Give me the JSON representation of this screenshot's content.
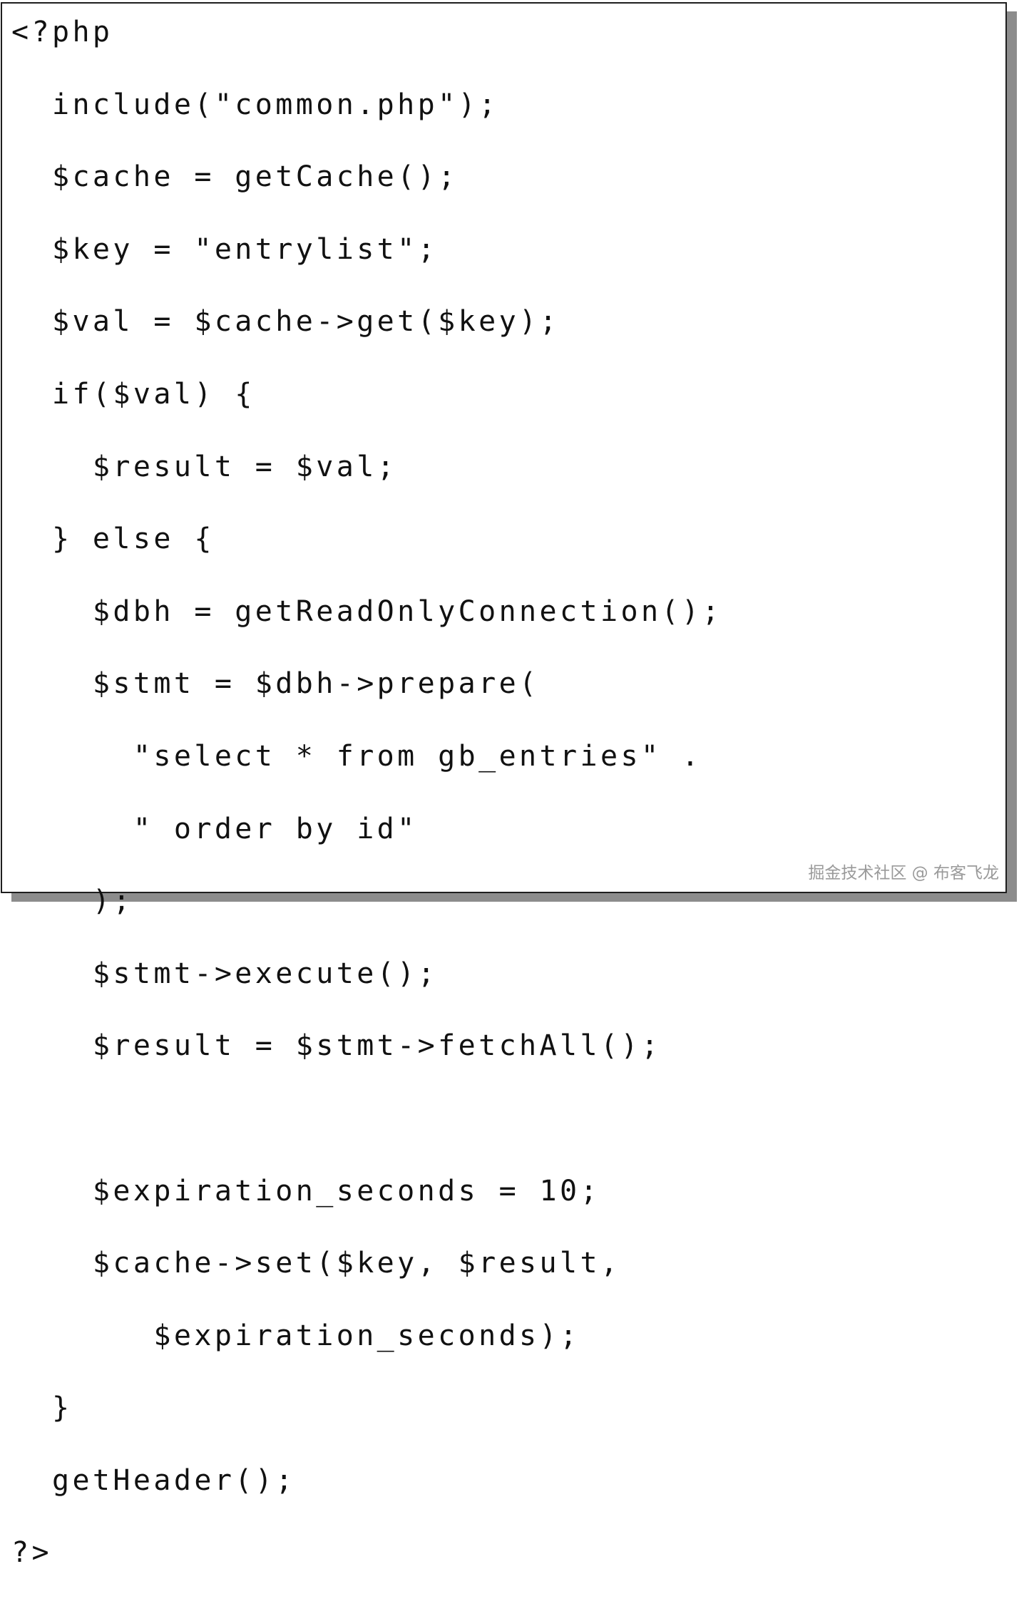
{
  "code": {
    "lines": [
      "<?php",
      "  include(\"common.php\");",
      "  $cache = getCache();",
      "  $key = \"entrylist\";",
      "  $val = $cache->get($key);",
      "  if($val) {",
      "    $result = $val;",
      "  } else {",
      "    $dbh = getReadOnlyConnection();",
      "    $stmt = $dbh->prepare(",
      "      \"select * from gb_entries\" .",
      "      \" order by id\"",
      "    );",
      "    $stmt->execute();",
      "    $result = $stmt->fetchAll();",
      "",
      "    $expiration_seconds = 10;",
      "    $cache->set($key, $result,",
      "       $expiration_seconds);",
      "  }",
      "  getHeader();",
      "?>"
    ]
  },
  "watermark": "掘金技术社区 @ 布客飞龙"
}
